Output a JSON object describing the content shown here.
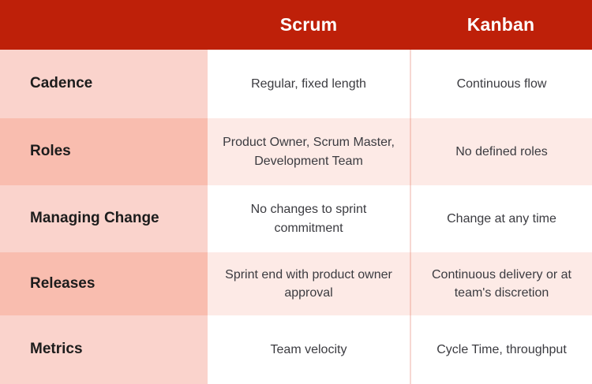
{
  "table": {
    "header": {
      "label_column": "",
      "columns": [
        "Scrum",
        "Kanban"
      ]
    },
    "colors": {
      "header_background": "#BE2009",
      "header_text": "#FFFFFF",
      "label_row_light": "#FAD3CC",
      "label_row_dark": "#F9BDAF",
      "value_row_light": "#FFFFFF",
      "value_row_dark": "#FDEAE6",
      "divider": "#F7D8D2",
      "label_text": "#1C1C1C",
      "value_text": "#3B3B40"
    },
    "rows": [
      {
        "label": "Cadence",
        "scrum": "Regular, fixed length",
        "kanban": "Continuous flow"
      },
      {
        "label": "Roles",
        "scrum": "Product Owner, Scrum Master, Development Team",
        "kanban": "No defined roles"
      },
      {
        "label": "Managing Change",
        "scrum": "No changes to sprint commitment",
        "kanban": "Change at any time"
      },
      {
        "label": "Releases",
        "scrum": "Sprint end with product owner approval",
        "kanban": "Continuous delivery or at team's discretion"
      },
      {
        "label": "Metrics",
        "scrum": "Team velocity",
        "kanban": "Cycle Time, throughput"
      }
    ]
  }
}
